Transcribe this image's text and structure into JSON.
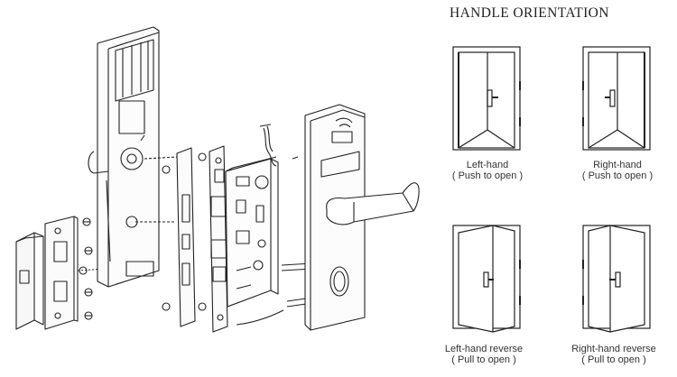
{
  "title": "HANDLE ORIENTATION",
  "doors": [
    {
      "label": "Left-hand",
      "sub": "( Push to open )"
    },
    {
      "label": "Right-hand",
      "sub": "( Push to open )"
    },
    {
      "label": "Left-hand reverse",
      "sub": "( Pull to open )"
    },
    {
      "label": "Right-hand reverse",
      "sub": "( Pull to open )"
    }
  ],
  "colors": {
    "line": "#222222",
    "background": "#ffffff"
  }
}
